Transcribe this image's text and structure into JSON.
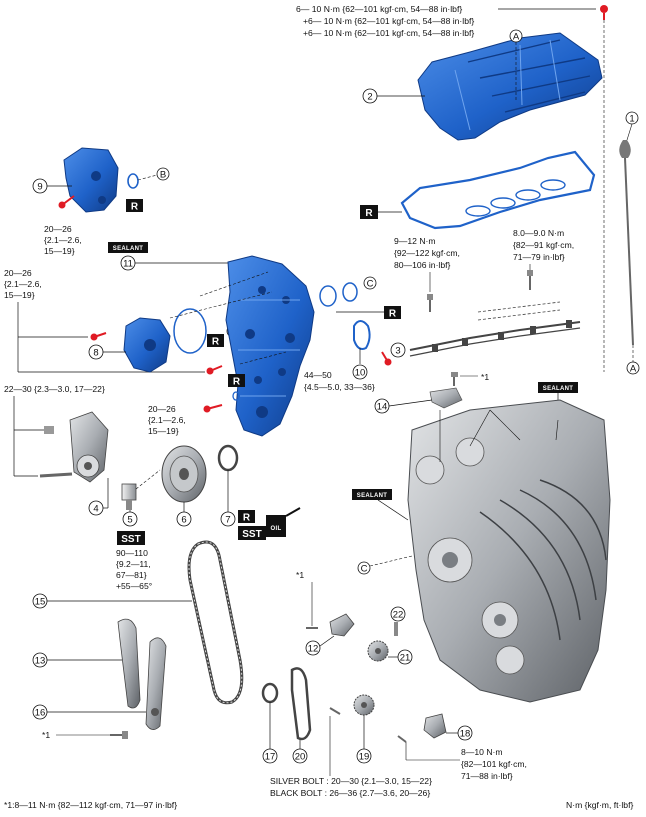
{
  "specs": {
    "top_line1": "6— 10 N·m {62—101 kgf·cm, 54—88 in·lbf}",
    "top_line2": "+6— 10 N·m {62—101 kgf·cm, 54—88 in·lbf}",
    "top_line3": "+6— 10 N·m {62—101 kgf·cm, 54—88 in·lbf}",
    "bolt9_l1": "20—26",
    "bolt9_l2": "{2.1—2.6,",
    "bolt9_l3": "15—19}",
    "bolt8_l1": "20—26",
    "bolt8_l2": "{2.1—2.6,",
    "bolt8_l3": "15—19}",
    "tens_l1": "22—30 {2.3—3.0, 17—22}",
    "cover_l1": "20—26",
    "cover_l2": "{2.1—2.6,",
    "cover_l3": "15—19}",
    "b44_l1": "44—50",
    "b44_l2": "{4.5—5.0, 33—36}",
    "p3a_l1": "9—12 N·m",
    "p3a_l2": "{92—122 kgf·cm,",
    "p3a_l3": "80—106 in·lbf}",
    "p3b_l1": "8.0—9.0 N·m",
    "p3b_l2": "{82—91 kgf·cm,",
    "p3b_l3": "71—79 in·lbf}",
    "crank_l1": "90—110",
    "crank_l2": "{9.2—11,",
    "crank_l3": "67—81}",
    "crank_l4": "+55—65°",
    "p18_l1": "8—10 N·m",
    "p18_l2": "{82—101 kgf·cm,",
    "p18_l3": "71—88 in·lbf}",
    "silver": "SILVER BOLT : 20—30 {2.1—3.0, 15—22}",
    "black": "BLACK BOLT : 26—36 {2.7—3.6, 20—26}",
    "footnote": "*1:8—11 N·m {82—112 kgf·cm, 71—97 in·lbf}",
    "units": "N·m {kgf·m, ft·lbf}"
  },
  "badges": {
    "r": "R",
    "sealant": "SEALANT",
    "sst": "SST",
    "oil": "OIL"
  },
  "markers": {
    "star1": "*1"
  },
  "letters": {
    "a": "A",
    "b": "B",
    "c": "C"
  },
  "callouts": {
    "n1": "1",
    "n2": "2",
    "n3": "3",
    "n4": "4",
    "n5": "5",
    "n6": "6",
    "n7": "7",
    "n8": "8",
    "n9": "9",
    "n10": "10",
    "n11": "11",
    "n12": "12",
    "n13": "13",
    "n14": "14",
    "n15": "15",
    "n16": "16",
    "n17": "17",
    "n18": "18",
    "n19": "19",
    "n20": "20",
    "n21": "21",
    "n22": "22"
  },
  "colors": {
    "part_blue": "#1f62c9",
    "part_blue_dark": "#0f3a85",
    "part_blue_light": "#4d8ee8",
    "bolt_red": "#e01b24",
    "engine_gray": "#9aa0a6"
  }
}
